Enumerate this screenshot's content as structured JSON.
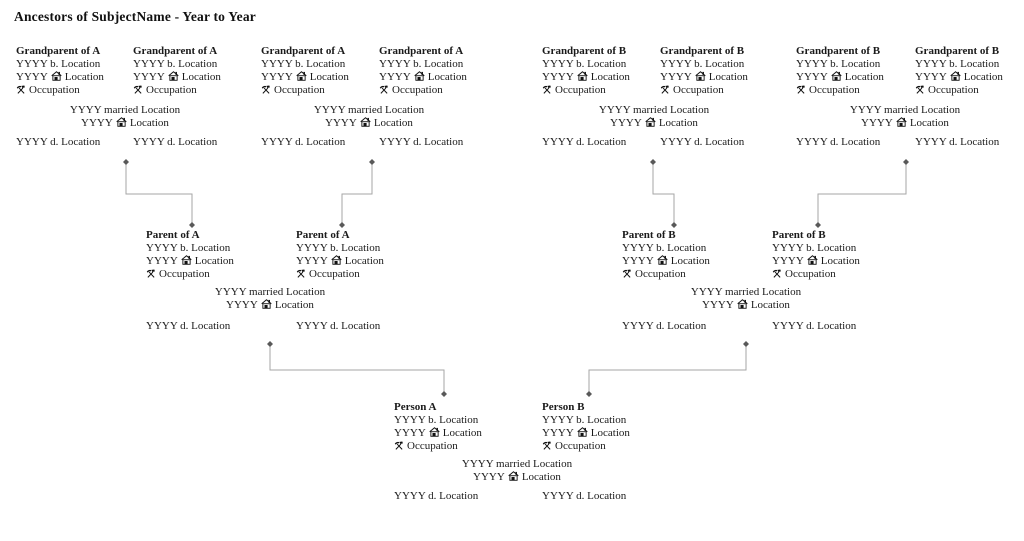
{
  "title": "Ancestors of SubjectName - Year to Year",
  "names": {
    "grandparent_a": "Grandparent of A",
    "grandparent_b": "Grandparent of B",
    "parent_a": "Parent of A",
    "parent_b": "Parent of B",
    "person_a": "Person A",
    "person_b": "Person B"
  },
  "lines": {
    "birth": "YYYY b. Location",
    "resided_year": "YYYY",
    "resided_location": "Location",
    "occupation": "Occupation",
    "married": "YYYY married Location",
    "death": "YYYY d. Location"
  },
  "icons": {
    "home_icon": "⌂",
    "occupation_icon": "⚒"
  },
  "colors": {
    "text": "#1a1a1a",
    "connector_line": "#a6a6a6",
    "connector_dot": "#595959"
  },
  "tree": {
    "generations": [
      {
        "level": "grandparents",
        "couples": [
          {
            "partners": [
              "Grandparent of A",
              "Grandparent of A"
            ],
            "child": "Parent of A"
          },
          {
            "partners": [
              "Grandparent of A",
              "Grandparent of A"
            ],
            "child": "Parent of A"
          },
          {
            "partners": [
              "Grandparent of B",
              "Grandparent of B"
            ],
            "child": "Parent of B"
          },
          {
            "partners": [
              "Grandparent of B",
              "Grandparent of B"
            ],
            "child": "Parent of B"
          }
        ]
      },
      {
        "level": "parents",
        "couples": [
          {
            "partners": [
              "Parent of A",
              "Parent of A"
            ],
            "child": "Person A"
          },
          {
            "partners": [
              "Parent of B",
              "Parent of B"
            ],
            "child": "Person B"
          }
        ]
      },
      {
        "level": "subjects",
        "couples": [
          {
            "partners": [
              "Person A",
              "Person B"
            ],
            "child": null
          }
        ]
      }
    ]
  }
}
